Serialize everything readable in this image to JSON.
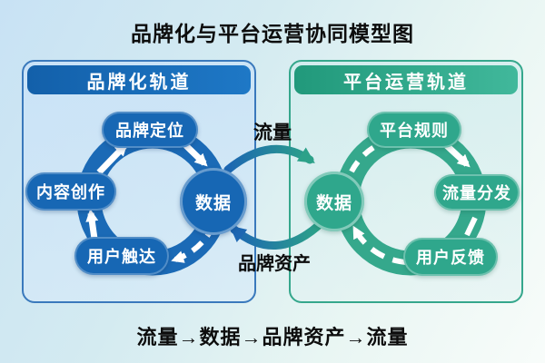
{
  "title": "品牌化与平台运营协同模型图",
  "colors": {
    "brand_blue": "#1767b4",
    "platform_teal": "#2fa78c",
    "background_top_left": "#c8e2f4",
    "background_bottom_right": "#f8fcfa",
    "text_black": "#0d0d0d"
  },
  "left_track": {
    "header": "品牌化轨道",
    "nodes": {
      "top": "品牌定位",
      "left": "内容创作",
      "bottom": "用户触达",
      "data": "数据"
    }
  },
  "right_track": {
    "header": "平台运营轨道",
    "nodes": {
      "top": "平台规则",
      "right": "流量分发",
      "bottom": "用户反馈",
      "data": "数据"
    }
  },
  "exchange": {
    "top_label": "流量",
    "bottom_label": "品牌资产"
  },
  "formula": "流量→数据→品牌资产→流量"
}
